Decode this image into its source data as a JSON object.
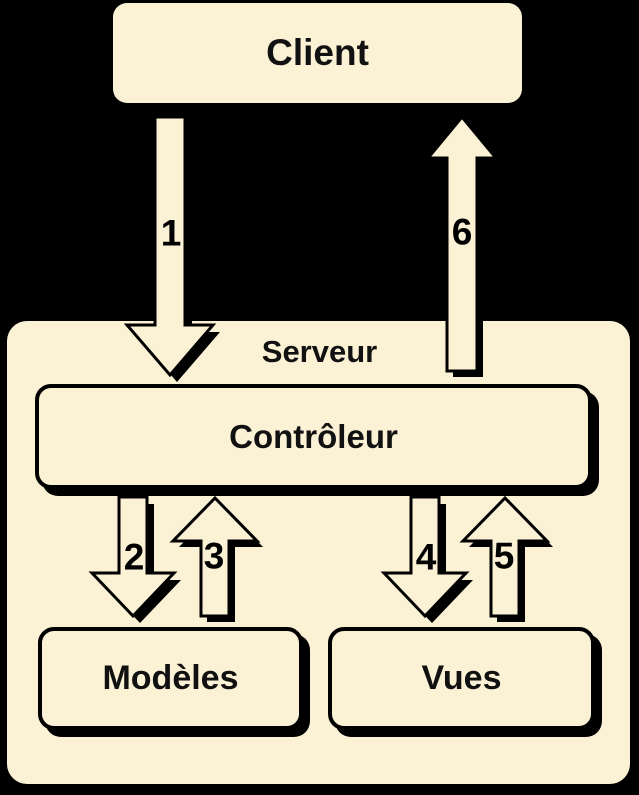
{
  "diagram": {
    "type": "architecture-flow",
    "language": "fr",
    "colors": {
      "background": "#000000",
      "box_fill": "#FBF1D5",
      "outline": "#000000",
      "text": "#000000"
    },
    "nodes": {
      "client": "Client",
      "serveur": "Serveur",
      "controleur": "Contrôleur",
      "modeles": "Modèles",
      "vues": "Vues"
    },
    "arrows": [
      {
        "label": "1",
        "from": "Client",
        "to": "Contrôleur",
        "direction": "down"
      },
      {
        "label": "2",
        "from": "Contrôleur",
        "to": "Modèles",
        "direction": "down"
      },
      {
        "label": "3",
        "from": "Modèles",
        "to": "Contrôleur",
        "direction": "up"
      },
      {
        "label": "4",
        "from": "Contrôleur",
        "to": "Vues",
        "direction": "down"
      },
      {
        "label": "5",
        "from": "Vues",
        "to": "Contrôleur",
        "direction": "up"
      },
      {
        "label": "6",
        "from": "Contrôleur",
        "to": "Client",
        "direction": "up"
      }
    ]
  }
}
